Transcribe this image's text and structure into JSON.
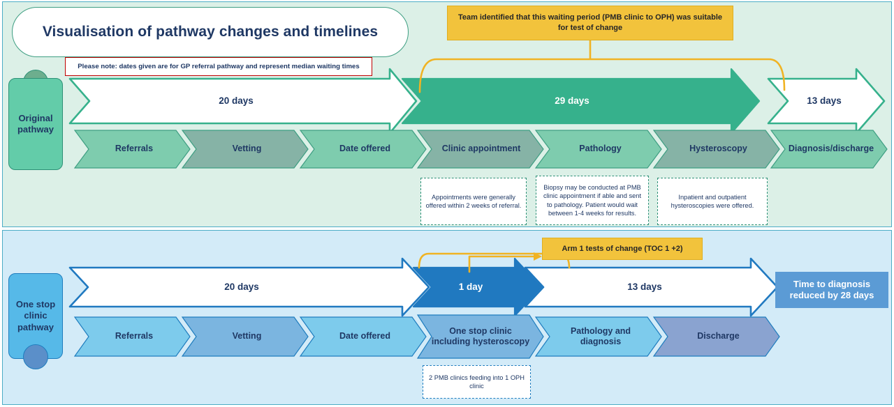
{
  "page": {
    "title": "Visualisation of pathway changes and timelines",
    "note": "Please note: dates given are for GP referral pathway and represent median waiting times"
  },
  "colors": {
    "panel_top_bg": "#DCF0E7",
    "panel_bottom_bg": "#D3EBF8",
    "panel_border": "#4BACC6",
    "green_accent": "#3E9E82",
    "green_chevron_light": "#7ECCAE",
    "green_chevron_dark": "#86B3A6",
    "green_arrow_fill": "#36B18C",
    "blue_chevron_light": "#7DCBEC",
    "blue_chevron_mid": "#7BB5E0",
    "blue_chevron_dark": "#8AA3D0",
    "blue_arrow_fill": "#2079C0",
    "blue_accent": "#1F7DBE",
    "callout_yellow": "#F2C33C",
    "callout_connector": "#F0B323",
    "note_red": "#C00000",
    "text_navy": "#1F3864",
    "result_box": "#5B9BD5"
  },
  "top_section": {
    "side_label": "Original pathway",
    "callout": "Team identified that this waiting period (PMB clinic to OPH) was suitable for test of change",
    "timeline": [
      {
        "label": "20 days",
        "style": "outline"
      },
      {
        "label": "29 days",
        "style": "filled"
      },
      {
        "label": "13 days",
        "style": "outline"
      }
    ],
    "stages": [
      {
        "label": "Referrals",
        "shade": "light"
      },
      {
        "label": "Vetting",
        "shade": "dark"
      },
      {
        "label": "Date offered",
        "shade": "light"
      },
      {
        "label": "Clinic appointment",
        "shade": "dark"
      },
      {
        "label": "Pathology",
        "shade": "light"
      },
      {
        "label": "Hysteroscopy",
        "shade": "dark"
      },
      {
        "label": "Diagnosis/discharge",
        "shade": "light"
      }
    ],
    "notes": [
      "Appointments were generally offered within 2 weeks of referral.",
      "Biopsy may be conducted at PMB clinic appointment if able and sent to pathology. Patient would wait between 1-4 weeks for results.",
      "Inpatient and outpatient hysteroscopies were offered."
    ]
  },
  "bottom_section": {
    "side_label": "One stop clinic pathway",
    "callout": "Arm 1 tests of change (TOC 1 +2)",
    "timeline": [
      {
        "label": "20 days",
        "style": "outline"
      },
      {
        "label": "1 day",
        "style": "filled"
      },
      {
        "label": "13 days",
        "style": "outline"
      }
    ],
    "result": "Time to diagnosis reduced by 28 days",
    "stages": [
      {
        "label": "Referrals",
        "shade": "light"
      },
      {
        "label": "Vetting",
        "shade": "mid"
      },
      {
        "label": "Date offered",
        "shade": "light"
      },
      {
        "label": "One stop clinic including hysteroscopy",
        "shade": "mid"
      },
      {
        "label": "Pathology and diagnosis",
        "shade": "light"
      },
      {
        "label": "Discharge",
        "shade": "dark"
      }
    ],
    "notes": [
      "2 PMB clinics feeding into 1 OPH clinic"
    ]
  }
}
